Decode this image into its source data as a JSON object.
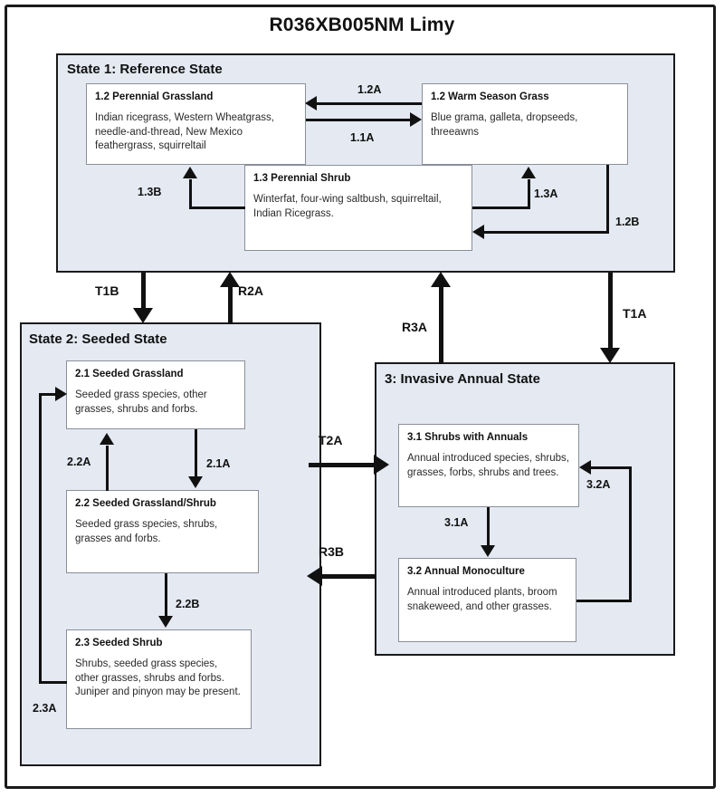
{
  "title": "R036XB005NM Limy",
  "colors": {
    "state_fill": "#e4e9f2",
    "phase_fill": "#ffffff",
    "border": "#1a1a1a",
    "phase_border": "#8a8f99",
    "arrow": "#111111"
  },
  "states": [
    {
      "id": "state-1",
      "title": "State 1: Reference State",
      "phases": [
        {
          "id": "phase-1-2-perennial-grassland",
          "title": "1.2 Perennial Grassland",
          "desc": "Indian ricegrass, Western Wheatgrass, needle-and-thread, New Mexico feathergrass, squirreltail"
        },
        {
          "id": "phase-1-2-warm-season-grass",
          "title": "1.2 Warm Season Grass",
          "desc": "Blue grama, galleta, dropseeds, threeawns"
        },
        {
          "id": "phase-1-3-perennial-shrub",
          "title": "1.3 Perennial Shrub",
          "desc": "Winterfat, four-wing saltbush, squirreltail, Indian Ricegrass."
        }
      ]
    },
    {
      "id": "state-2",
      "title": "State 2: Seeded State",
      "phases": [
        {
          "id": "phase-2-1-seeded-grassland",
          "title": "2.1 Seeded Grassland",
          "desc": "Seeded grass species, other grasses, shrubs and forbs."
        },
        {
          "id": "phase-2-2-seeded-grassland-shrub",
          "title": "2.2 Seeded Grassland/Shrub",
          "desc": "Seeded grass species,  shrubs, grasses and forbs."
        },
        {
          "id": "phase-2-3-seeded-shrub",
          "title": "2.3 Seeded Shrub",
          "desc": "Shrubs, seeded grass species, other grasses, shrubs and forbs. Juniper and pinyon may be present."
        }
      ]
    },
    {
      "id": "state-3",
      "title": "3: Invasive Annual State",
      "phases": [
        {
          "id": "phase-3-1-shrubs-with-annuals",
          "title": "3.1 Shrubs with Annuals",
          "desc": "Annual introduced species, shrubs, grasses, forbs, shrubs and trees."
        },
        {
          "id": "phase-3-2-annual-monoculture",
          "title": "3.2 Annual Monoculture",
          "desc": "Annual introduced plants, broom snakeweed,  and other grasses."
        }
      ]
    }
  ],
  "pathways": {
    "p_1_2A": "1.2A",
    "p_1_1A": "1.1A",
    "p_1_3B": "1.3B",
    "p_1_3A": "1.3A",
    "p_1_2B": "1.2B",
    "p_2_2A": "2.2A",
    "p_2_1A": "2.1A",
    "p_2_2B": "2.2B",
    "p_2_3A": "2.3A",
    "p_3_1A": "3.1A",
    "p_3_2A": "3.2A"
  },
  "transitions": {
    "t_T1B": "T1B",
    "t_R2A": "R2A",
    "t_R3A": "R3A",
    "t_T1A": "T1A",
    "t_T2A": "T2A",
    "t_R3B": "R3B"
  }
}
